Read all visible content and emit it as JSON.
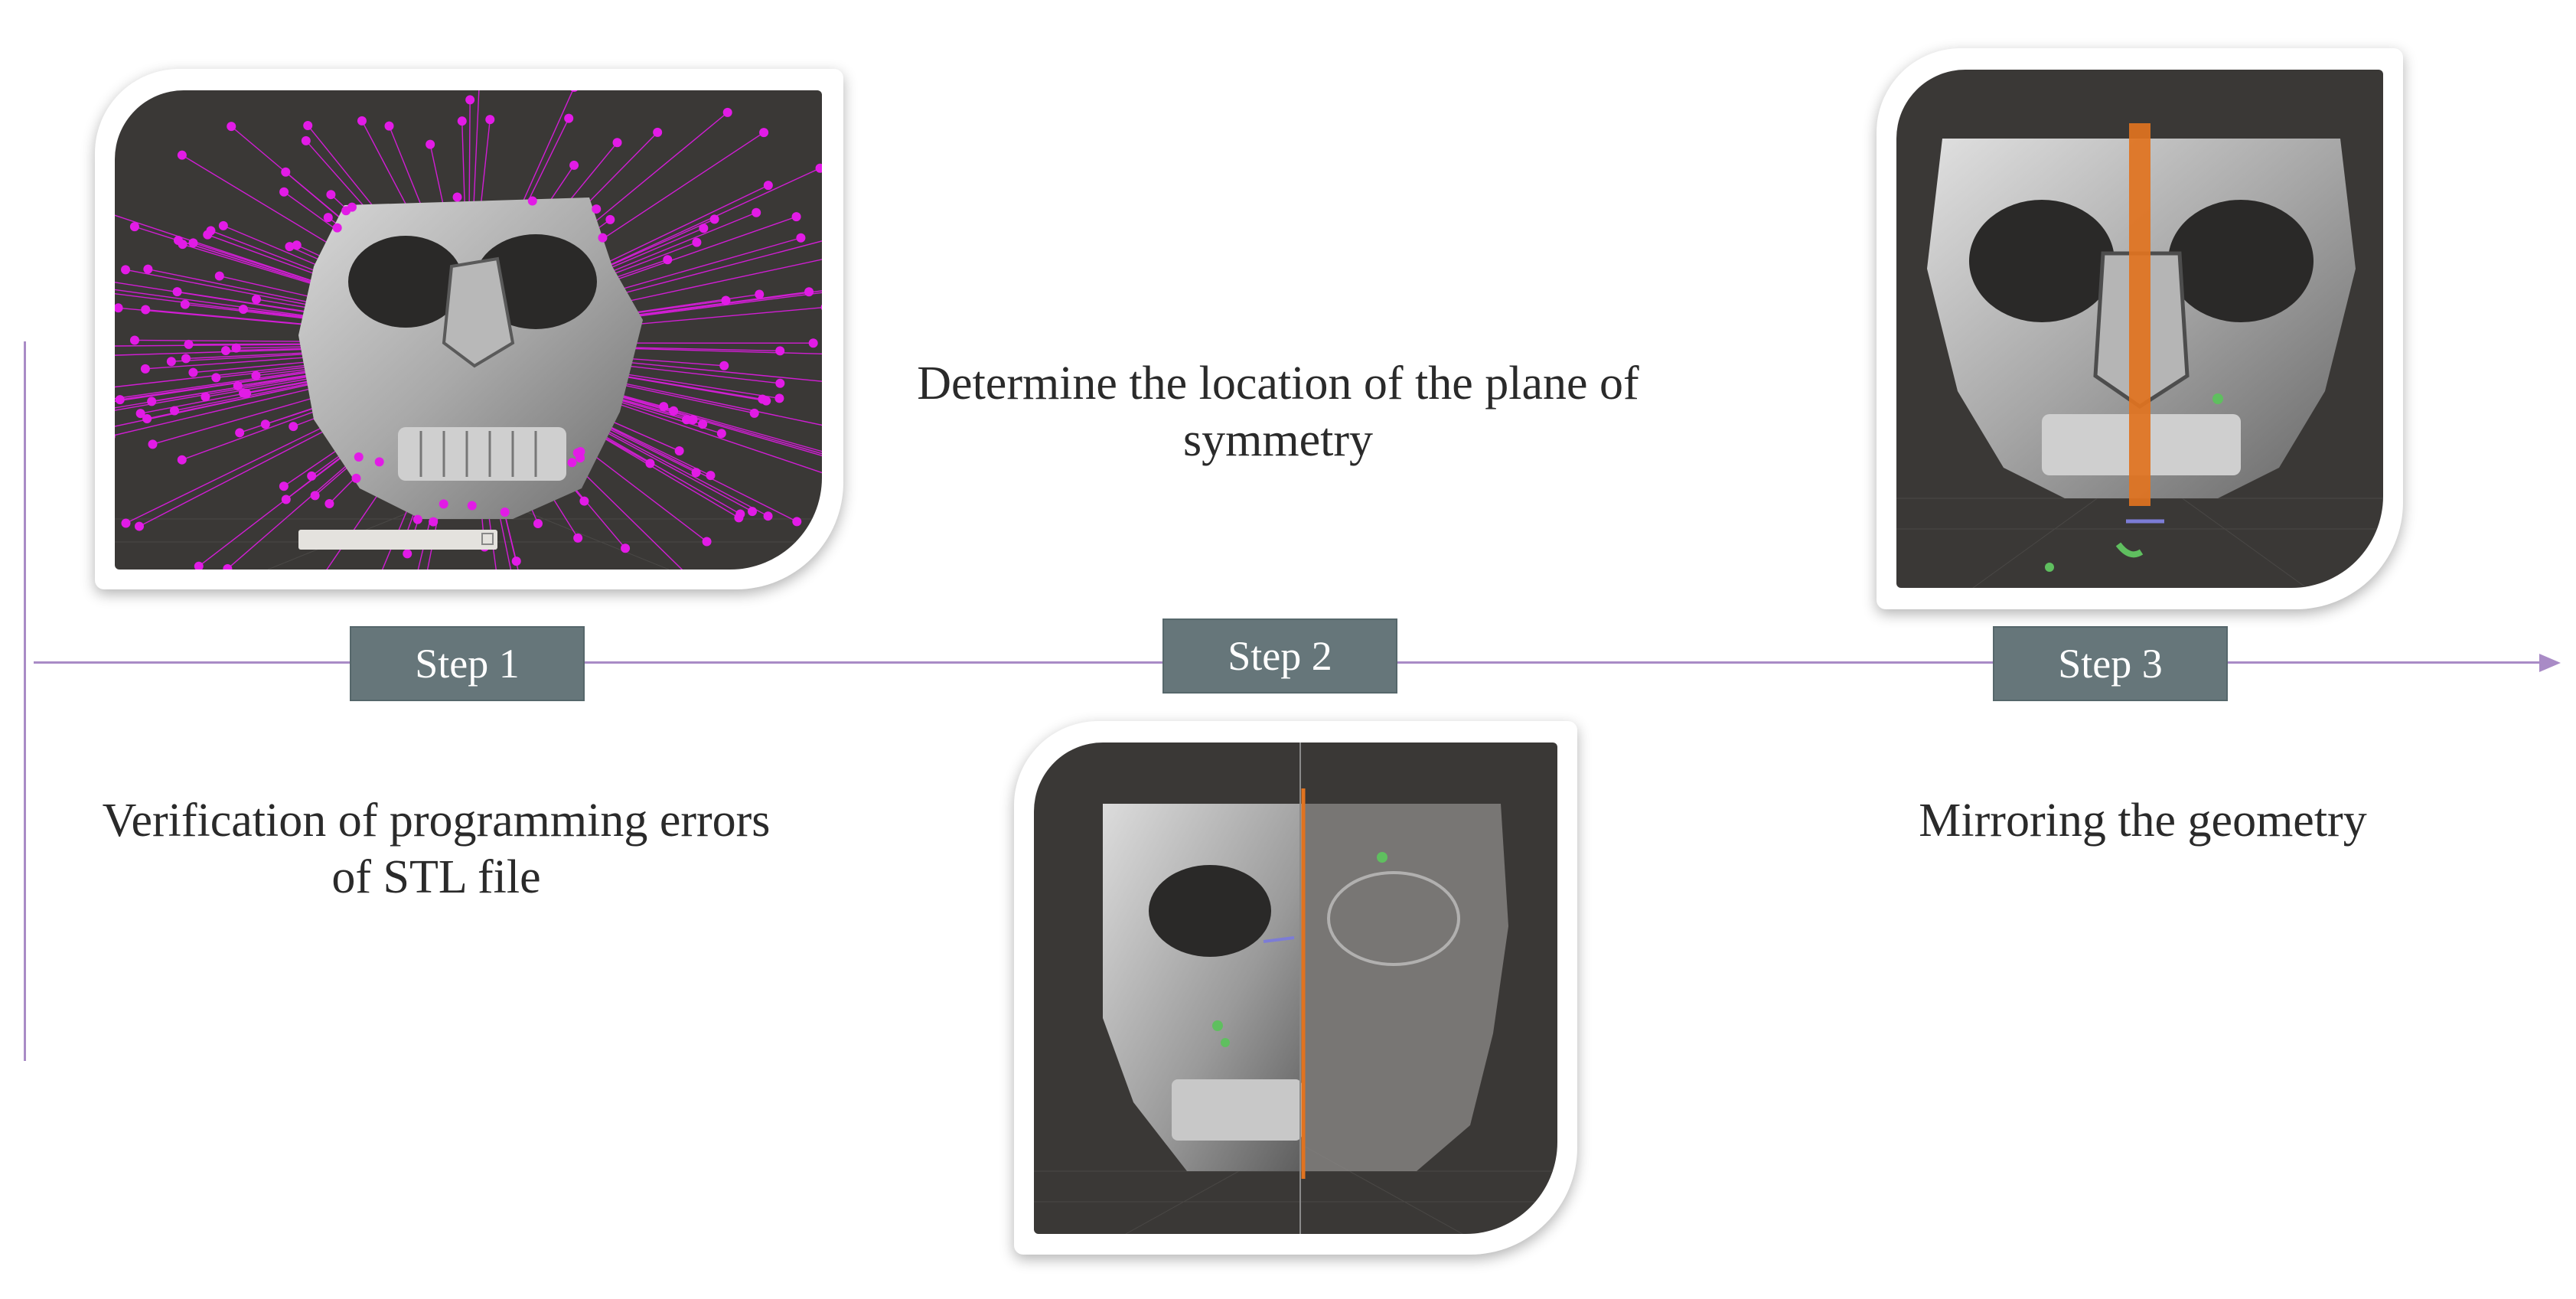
{
  "steps": [
    {
      "label": "Step 1",
      "description": "Verification of programming errors of STL file"
    },
    {
      "label": "Step 2",
      "description": "Determine the location of the plane of symmetry"
    },
    {
      "label": "Step 3",
      "description": "Mirroring the geometry"
    }
  ],
  "colors": {
    "timeline": "#a98bc6",
    "step_box": "#66767a",
    "step_text": "#ffffff",
    "viewport_bg": "#3a3836",
    "error_markers": "#e21be6",
    "symmetry_plane": "#e1731f",
    "gizmo_green": "#5fbf5f"
  },
  "images": [
    {
      "name": "skull-with-error-markers"
    },
    {
      "name": "skull-with-symmetry-plane"
    },
    {
      "name": "mirrored-skull"
    }
  ]
}
